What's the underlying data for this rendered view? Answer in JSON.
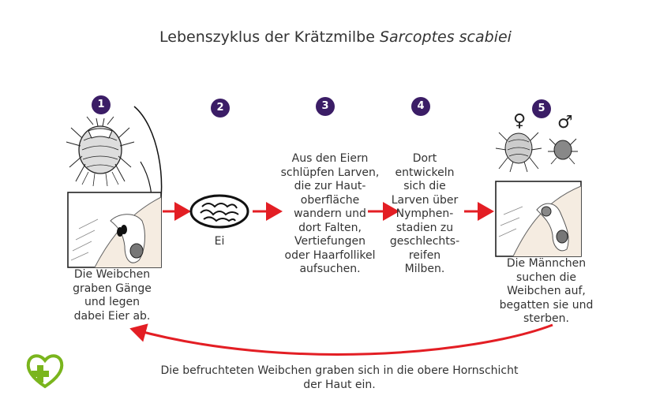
{
  "title": {
    "prefix": "Lebenszyklus der Krätzmilbe ",
    "species": "Sarcoptes scabiei"
  },
  "steps": [
    {
      "number": "1",
      "text": "Die Weibchen\ngraben Gänge\nund legen\ndabei Eier ab."
    },
    {
      "number": "2",
      "text": "Ei"
    },
    {
      "number": "3",
      "text": "Aus den Eiern\nschlüpfen Larven,\ndie zur Haut-\noberfläche\nwandern und\ndort Falten,\nVertiefungen\noder Haarfollikel\naufsuchen."
    },
    {
      "number": "4",
      "text": "Dort\nentwickeln\nsich die\nLarven über\nNymphen-\nstadien zu\ngeschlechts-\nreifen\nMilben."
    },
    {
      "number": "5",
      "text": "Die Männchen\nsuchen die\nWeibchen auf,\nbegatten sie und\nsterben."
    }
  ],
  "symbols": {
    "female": "♀",
    "male": "♂"
  },
  "cycle_note": "Die befruchteten Weibchen graben sich in die obere Hornschicht\nder Haut ein.",
  "colors": {
    "accent_arrow": "#e31e24",
    "step_circle": "#3b1d66",
    "logo_green": "#7ab51d",
    "skin": "#f5ece1"
  },
  "logo_icon": "heart-cross-icon"
}
